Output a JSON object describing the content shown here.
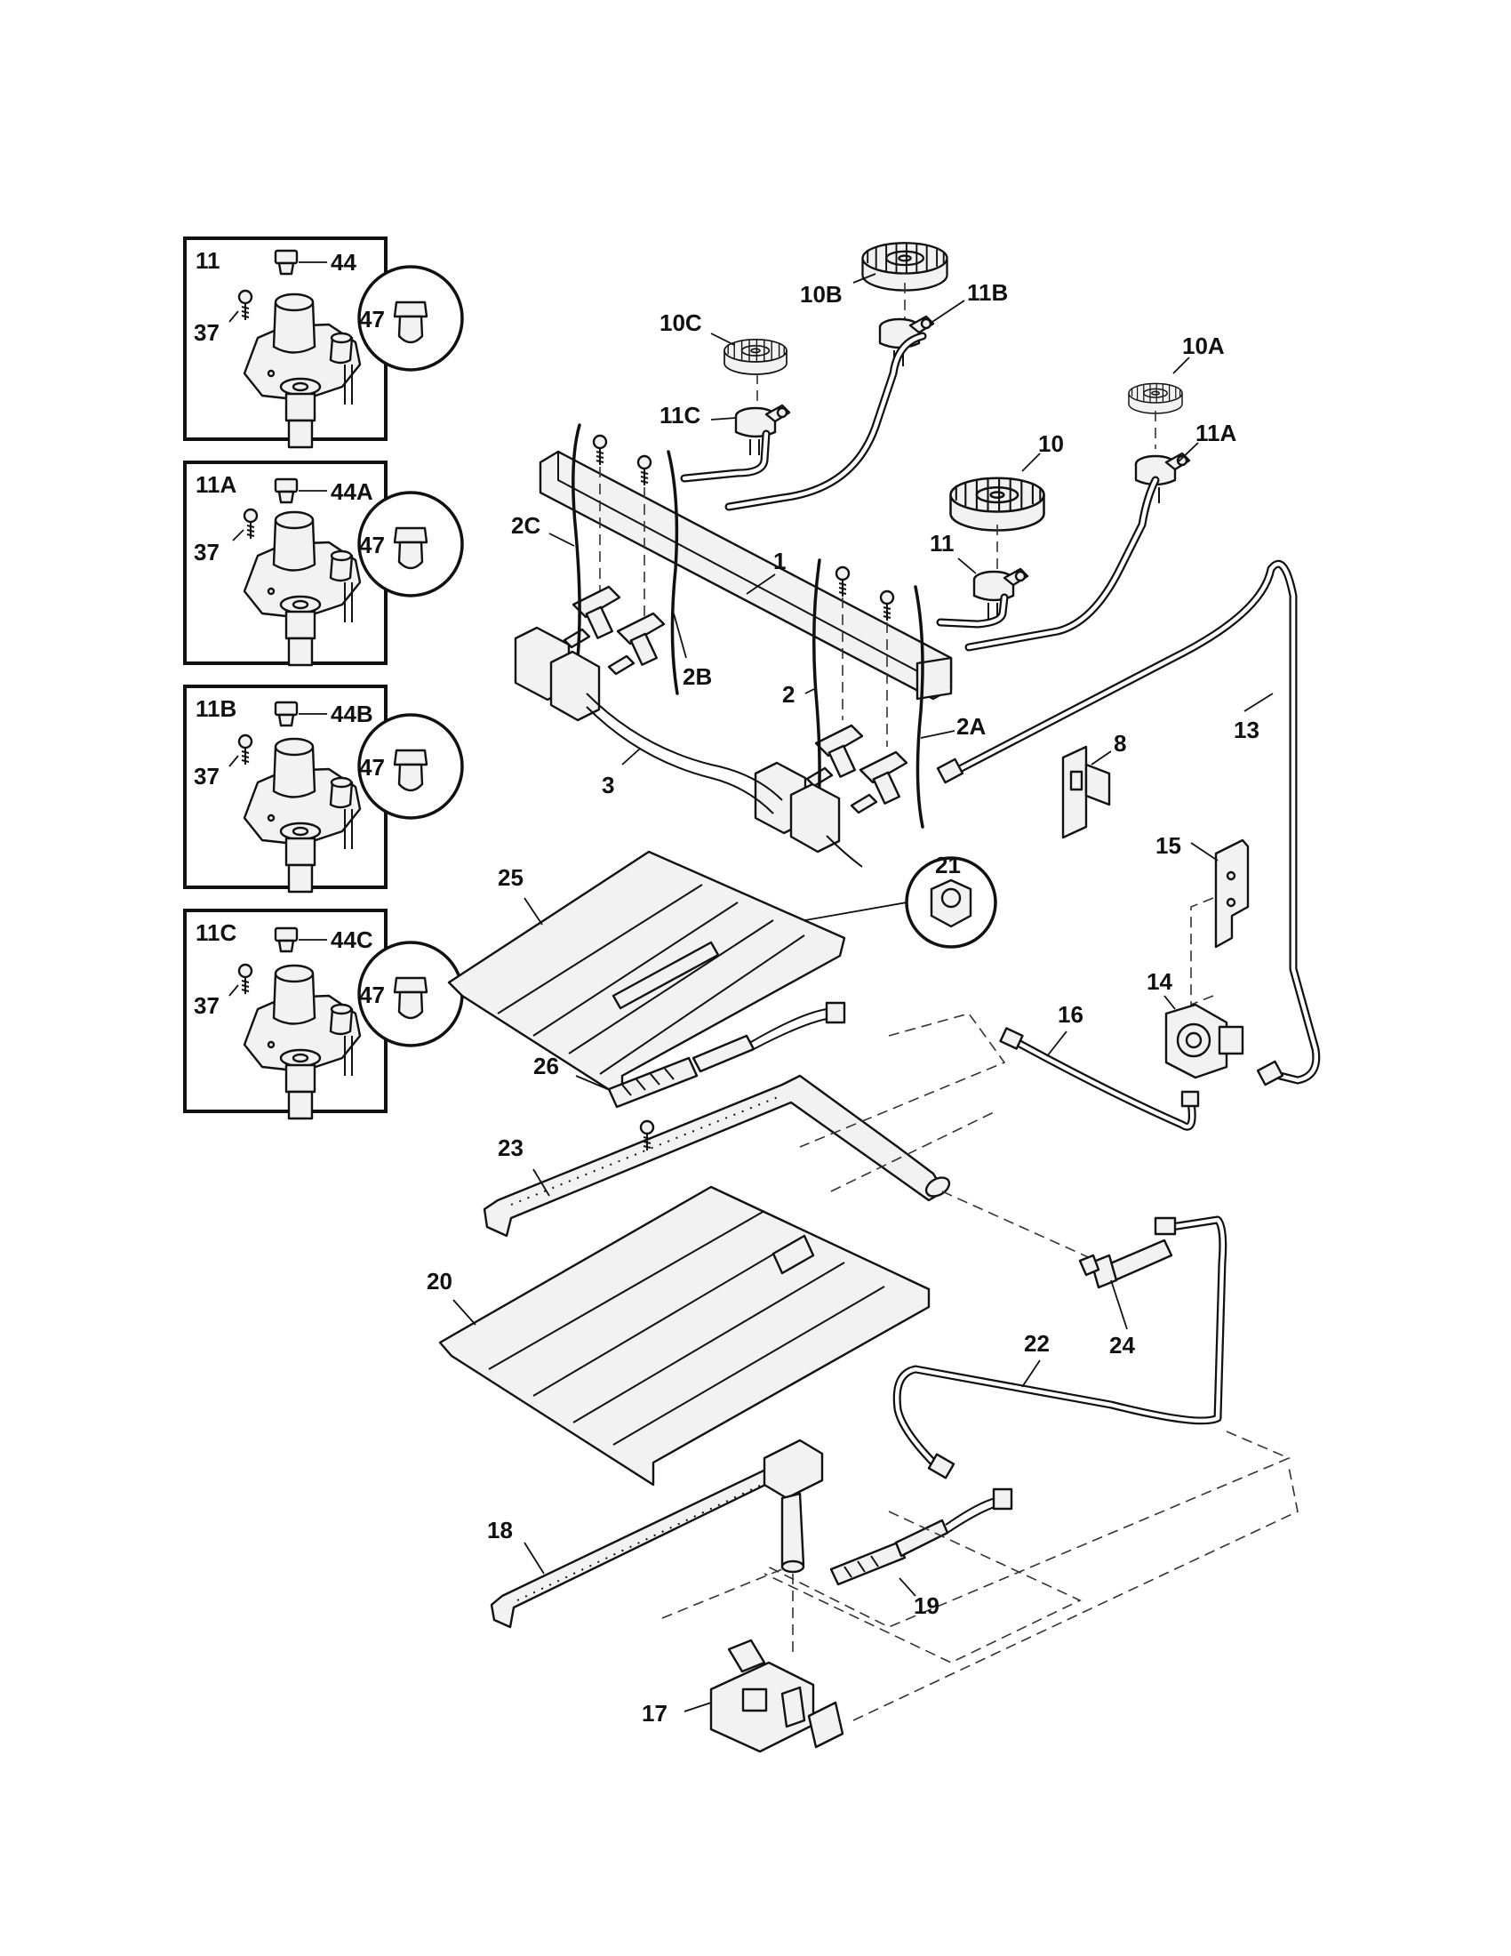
{
  "insets": [
    {
      "title": "11",
      "jet": "44",
      "screw": "37",
      "orifice": "47"
    },
    {
      "title": "11A",
      "jet": "44A",
      "screw": "37",
      "orifice": "47"
    },
    {
      "title": "11B",
      "jet": "44B",
      "screw": "37",
      "orifice": "47"
    },
    {
      "title": "11C",
      "jet": "44C",
      "screw": "37",
      "orifice": "47"
    }
  ],
  "callouts": {
    "p1": "1",
    "p2": "2",
    "p2A": "2A",
    "p2B": "2B",
    "p2C": "2C",
    "p3": "3",
    "p8": "8",
    "p10": "10",
    "p10A": "10A",
    "p10B": "10B",
    "p10C": "10C",
    "p11": "11",
    "p11A": "11A",
    "p11B": "11B",
    "p11C": "11C",
    "p13": "13",
    "p14": "14",
    "p15": "15",
    "p16": "16",
    "p17": "17",
    "p18": "18",
    "p19": "19",
    "p20": "20",
    "p21": "21",
    "p22": "22",
    "p23": "23",
    "p24": "24",
    "p25": "25",
    "p26": "26"
  }
}
